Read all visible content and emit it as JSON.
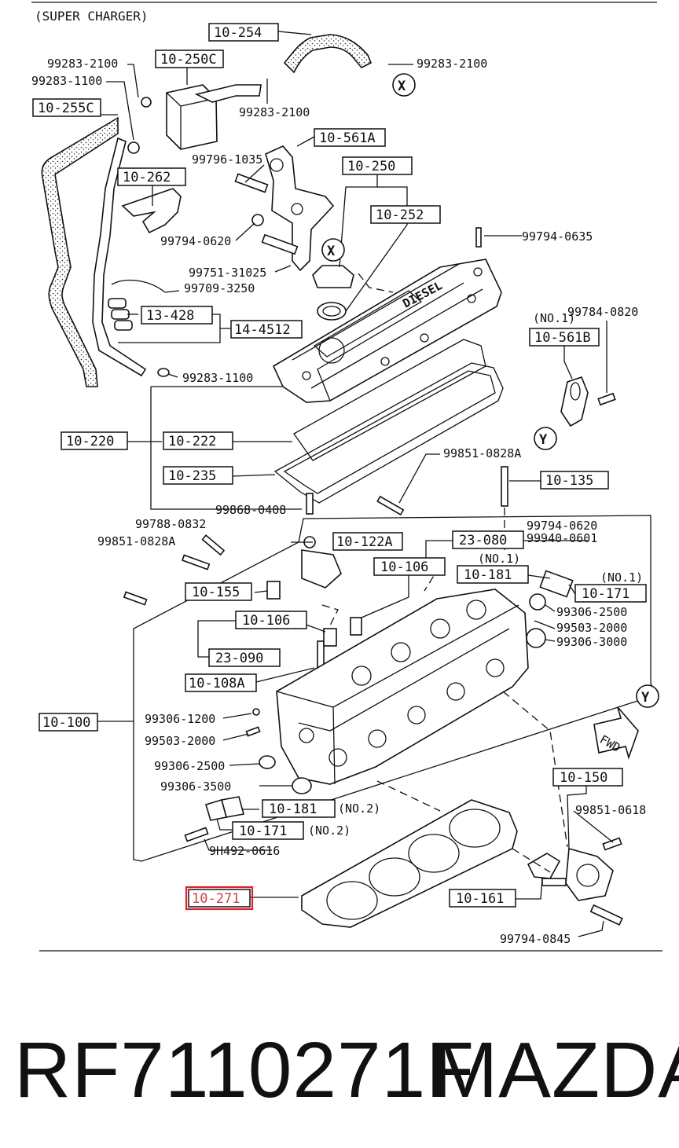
{
  "header": "(SUPER CHARGER)",
  "footer": {
    "part_number": "RF7110271F",
    "brand": "MAZDA"
  },
  "highlight_color": "#e0202a",
  "boxed_labels": {
    "b254": "10-254",
    "b250c": "10-250C",
    "b255c": "10-255C",
    "b561a": "10-561A",
    "b262": "10-262",
    "b250": "10-250",
    "b252": "10-252",
    "b428": "13-428",
    "b4512": "14-4512",
    "b561b": "10-561B",
    "b220": "10-220",
    "b222": "10-222",
    "b235": "10-235",
    "b135": "10-135",
    "b122a": "10-122A",
    "b23080": "23-080",
    "b106a": "10-106",
    "b181a": "10-181",
    "b155": "10-155",
    "b171a": "10-171",
    "b106b": "10-106",
    "b23090": "23-090",
    "b108a": "10-108A",
    "b100": "10-100",
    "b150": "10-150",
    "b181b": "10-181",
    "b171b": "10-171",
    "b271": "10-271",
    "b161": "10-161"
  },
  "labels": {
    "l2100a": "99283-2100",
    "l1100a": "99283-1100",
    "l2100b": "99283-2100",
    "l2100c": "99283-2100",
    "l1035": "99796-1035",
    "l0620a": "99794-0620",
    "l0635": "99794-0635",
    "l31025": "99751-31025",
    "l3250": "99709-3250",
    "l0820": "99784-0820",
    "l1100b": "99283-1100",
    "l0828a": "99851-0828A",
    "l0408": "99868-0408",
    "l0832": "99788-0832",
    "l0828b": "99851-0828A",
    "l0620b": "99794-0620",
    "l0601": "99940-0601",
    "l2500a": "99306-2500",
    "l2000a": "99503-2000",
    "l3000": "99306-3000",
    "l1200": "99306-1200",
    "l2000b": "99503-2000",
    "l2500b": "99306-2500",
    "l3500": "99306-3500",
    "l0618": "99851-0618",
    "l0616": "9H492-0616",
    "l0845": "99794-0845",
    "no1a": "(NO.1)",
    "no1b": "(NO.1)",
    "no1c": "(NO.1)",
    "no2a": "(NO.2)",
    "no2b": "(NO.2)",
    "cover_text": "DIESEL",
    "fwd": "FWD"
  },
  "callouts": {
    "x1": "X",
    "x2": "X",
    "y1": "Y",
    "y2": "Y"
  }
}
